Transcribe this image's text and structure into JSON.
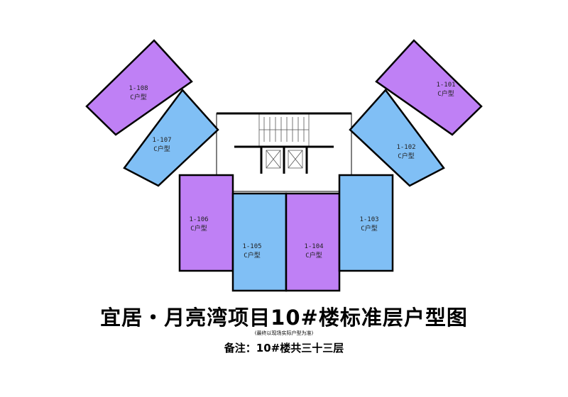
{
  "colors": {
    "purple": "#bf80f5",
    "blue": "#80bff5"
  },
  "units": [
    {
      "id": "1-108",
      "type": "C户型",
      "color": "purple"
    },
    {
      "id": "1-107",
      "type": "C户型",
      "color": "blue"
    },
    {
      "id": "1-106",
      "type": "C户型",
      "color": "purple"
    },
    {
      "id": "1-105",
      "type": "C户型",
      "color": "blue"
    },
    {
      "id": "1-104",
      "type": "C户型",
      "color": "purple"
    },
    {
      "id": "1-103",
      "type": "C户型",
      "color": "blue"
    },
    {
      "id": "1-102",
      "type": "C户型",
      "color": "blue"
    },
    {
      "id": "1-101",
      "type": "C户型",
      "color": "purple"
    }
  ],
  "title": "宜居・月亮湾项目10#楼标准层户型图",
  "subtitle": "(最终以现场实际户型为准)",
  "note": "备注：10#楼共三十三层"
}
